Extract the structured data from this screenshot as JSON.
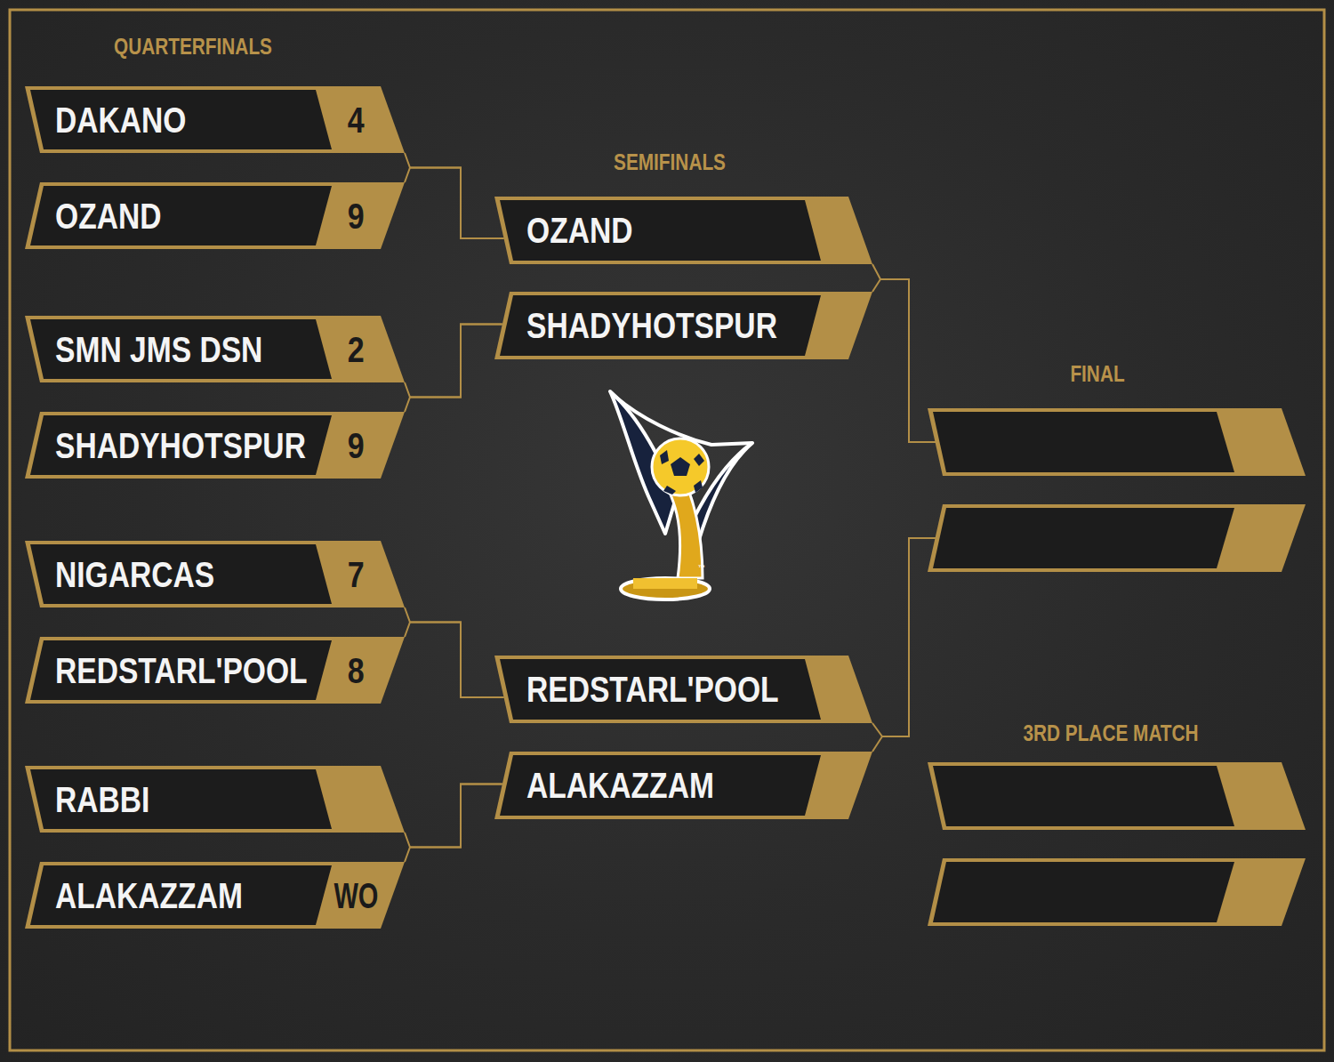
{
  "diagram": {
    "nodes": [
      {
        "text": [
          "DAKANO",
          "4"
        ]
      },
      {
        "text": [
          "OZAND",
          "9"
        ]
      },
      {
        "text": [
          "SMN JMS DSN",
          "2"
        ]
      },
      {
        "text": [
          "SHADYHOTSPUR",
          "9"
        ]
      },
      {
        "text": [
          "NIGARCAS",
          "7"
        ]
      },
      {
        "text": [
          "REDSTARL'POOL",
          "8"
        ]
      },
      {
        "text": [
          "RABBI"
        ]
      },
      {
        "text": [
          "ALAKAZZAM",
          "WO"
        ]
      },
      {
        "text": [
          "OZAND"
        ]
      },
      {
        "text": [
          "SHADYHOTSPUR"
        ]
      },
      {
        "text": [
          "REDSTARL'POOL"
        ]
      },
      {
        "text": [
          "ALAKAZZAM"
        ]
      }
    ],
    "edges": [
      {
        "from": 0,
        "to": 8,
        "arrow": "none"
      },
      {
        "from": 1,
        "to": 8,
        "arrow": "none"
      },
      {
        "from": 2,
        "to": 9,
        "arrow": "none"
      },
      {
        "from": 3,
        "to": 9,
        "arrow": "none"
      },
      {
        "from": 4,
        "to": 10,
        "arrow": "none"
      },
      {
        "from": 5,
        "to": 10,
        "arrow": "none"
      },
      {
        "from": 6,
        "to": 11,
        "arrow": "none"
      },
      {
        "from": 7,
        "to": 11,
        "arrow": "none"
      }
    ],
    "labels": [
      "QUARTERFINALS",
      "SEMIFINALS",
      "FINAL",
      "3RD PLACE MATCH",
      "™"
    ]
  }
}
